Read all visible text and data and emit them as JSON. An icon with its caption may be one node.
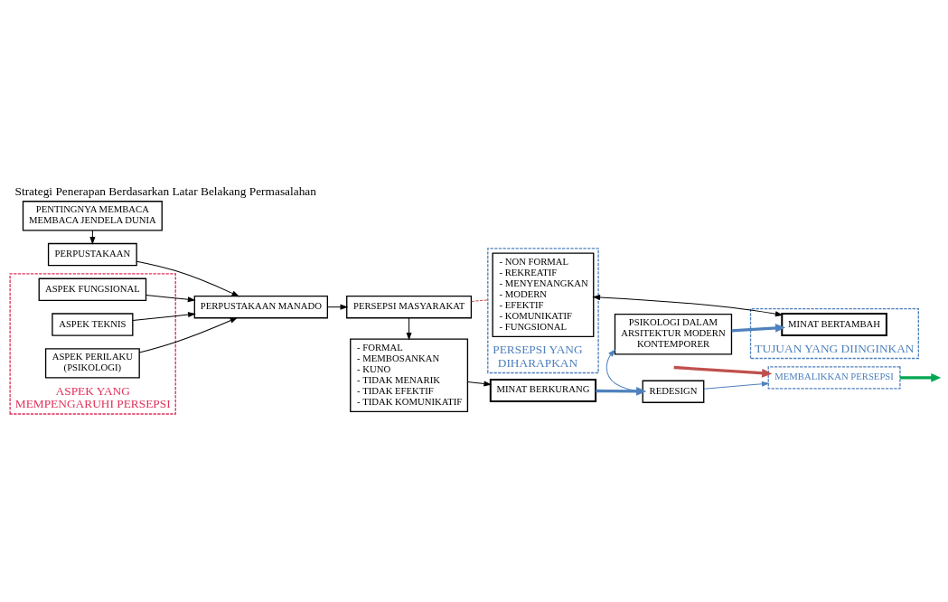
{
  "diagram": {
    "title": "Strategi Penerapan Berdasarkan Latar Belakang Permasalahan",
    "nodes": [
      {
        "text": [
          "- FORMAL",
          "- MEMBOSANKAN",
          "- KUNO",
          "- TIDAK MENARIK",
          "- TIDAK EFEKTIF",
          "- TIDAK KOMUNIKATIF"
        ]
      },
      {
        "text": [
          "MINAT BERKURANG"
        ]
      },
      {
        "text": [
          "PENTINGNYA MEMBACA MEMBACA JENDELA DUNIA"
        ]
      },
      {
        "text": [
          "REDESIGN"
        ]
      },
      {
        "text": [
          "PERPUSTAKAAN"
        ]
      },
      {
        "text": [
          "PERPUSTAKAAN MANADO"
        ]
      },
      {
        "text": [
          "PERSEPSI MASYARAKAT"
        ]
      },
      {
        "text": [
          "MEMBALIKKAN PERSEPSI"
        ]
      },
      {
        "text": [
          "PSIKOLOGI DALAM ARSITEKTUR MODERN KONTEMPORER"
        ]
      },
      {
        "text": [
          "PERSEPSI YANG DIHARAPKAN"
        ]
      },
      {
        "text": [
          "- NON FORMAL",
          "- REKREATIF",
          "- MENYENANGKAN",
          "- MODERN",
          "- EFEKTIF",
          "- KOMUNIKATIF",
          "- FUNGSIONAL"
        ],
        "in": 9
      },
      {
        "text": [
          "TUJUAN YANG DIINGINKAN"
        ]
      },
      {
        "text": [
          "MINAT BERTAMBAH"
        ],
        "in": 11
      },
      {
        "text": [
          "ASPEK YANG MEMPENGARUHI PERSEPSI"
        ]
      },
      {
        "text": [
          "ASPEK FUNGSIONAL"
        ],
        "in": 13
      },
      {
        "text": [
          "ASPEK TEKNIS"
        ],
        "in": 13
      },
      {
        "text": [
          "ASPEK PERILAKU (PSIKOLOGI)"
        ],
        "in": 13
      }
    ],
    "edges": [
      {
        "from": 2,
        "to": 4,
        "arrow": "to"
      },
      {
        "from": 4,
        "to": 5,
        "arrow": "to"
      },
      {
        "from": 14,
        "to": 5,
        "arrow": "to"
      },
      {
        "from": 15,
        "to": 5,
        "arrow": "to"
      },
      {
        "from": 16,
        "to": 5,
        "arrow": "to"
      },
      {
        "from": 5,
        "to": 6,
        "arrow": "to"
      },
      {
        "from": 6,
        "to": 0,
        "arrow": "to"
      },
      {
        "from": 0,
        "to": 1,
        "arrow": "to"
      },
      {
        "from": 1,
        "to": 3,
        "arrow": "to",
        "style": "thick",
        "color": "#4f81bd"
      },
      {
        "from": 3,
        "to": 7,
        "arrow": "to",
        "color": "#4f81bd"
      },
      {
        "from": 3,
        "to": 8,
        "arrow": "to",
        "color": "#4f81bd"
      },
      {
        "from": 8,
        "to": 12,
        "arrow": "to",
        "style": "thick",
        "color": "#4f81bd"
      },
      {
        "from": 10,
        "to": 12,
        "arrow": "both"
      },
      {
        "from": 6,
        "to": 9,
        "arrow": "none",
        "style": "dashed",
        "color": "#c0504d"
      },
      {
        "from": null,
        "to": 7,
        "arrow": "to",
        "style": "thick",
        "color": "#c0504d"
      },
      {
        "from": 7,
        "to": null,
        "arrow": "to",
        "style": "thick",
        "color": "#00a651"
      }
    ]
  }
}
